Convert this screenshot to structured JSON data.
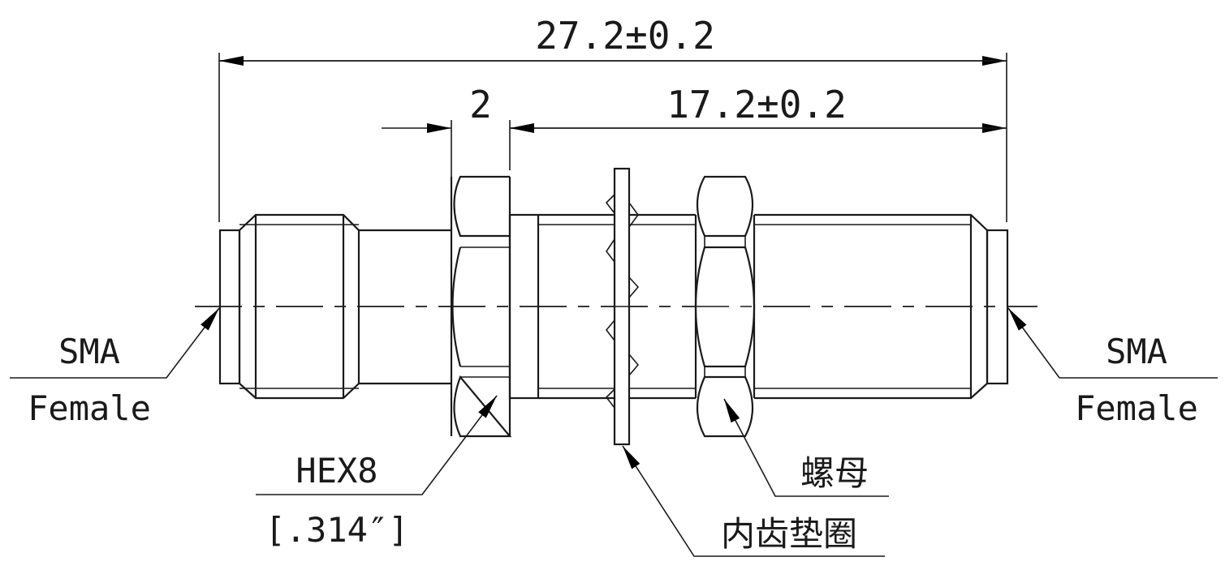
{
  "dimensions": {
    "overall_length": "27.2±0.2",
    "hex_thickness": "2",
    "thread_length": "17.2±0.2"
  },
  "labels": {
    "left_connector_line1": "SMA",
    "left_connector_line2": "Female",
    "right_connector_line1": "SMA",
    "right_connector_line2": "Female",
    "hex_size": "HEX8",
    "hex_size_inch": "[.314″]",
    "nut": "螺母",
    "lock_washer": "内齿垫圈"
  },
  "colors": {
    "line": "#1a1a1a",
    "background": "#ffffff"
  }
}
